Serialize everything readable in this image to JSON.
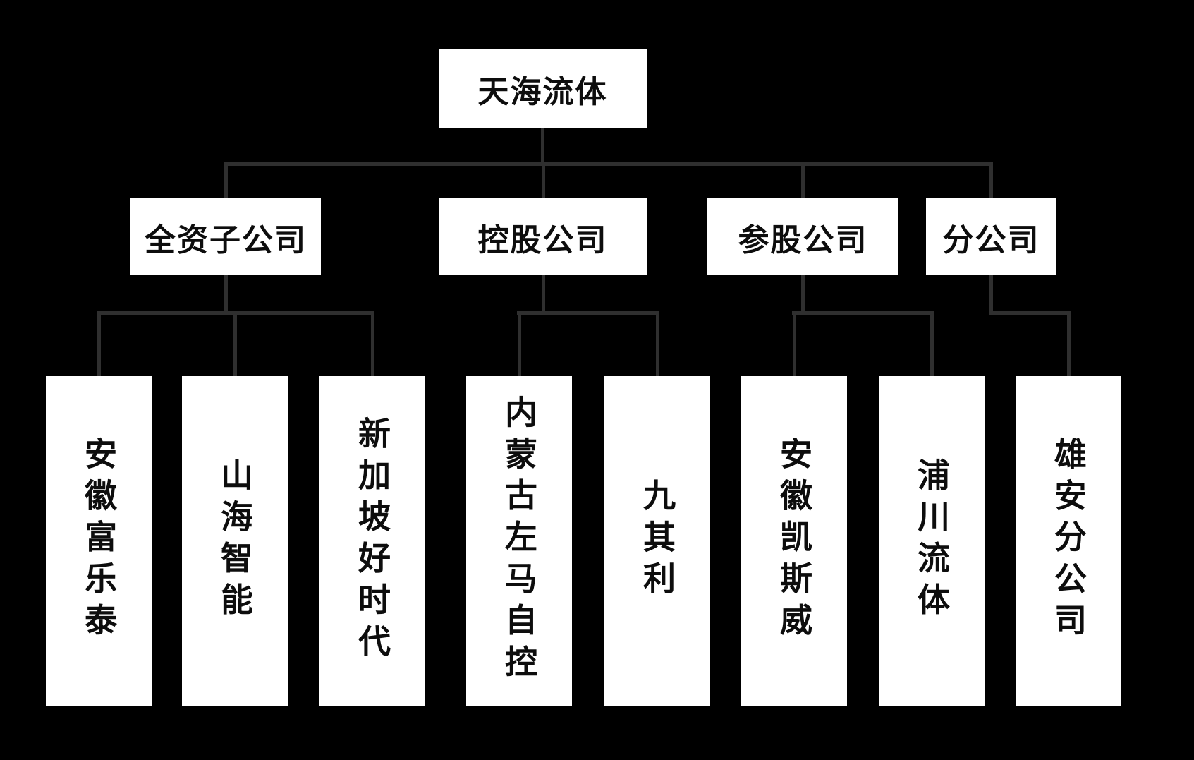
{
  "org": {
    "root": {
      "label": "天海流体"
    },
    "groups": [
      {
        "label": "全资子公司",
        "children": [
          "安徽富乐泰",
          "山海智能",
          "新加坡好时代"
        ]
      },
      {
        "label": "控股公司",
        "children": [
          "内蒙古左马自控",
          "九其利"
        ]
      },
      {
        "label": "参股公司",
        "children": [
          "安徽凯斯威",
          "浦川流体"
        ]
      },
      {
        "label": "分公司",
        "children": [
          "雄安分公司"
        ]
      }
    ]
  },
  "colors": {
    "background": "#000000",
    "node_bg": "#ffffff",
    "node_text": "#0d0d0d",
    "connector": "#2f2f2f"
  }
}
